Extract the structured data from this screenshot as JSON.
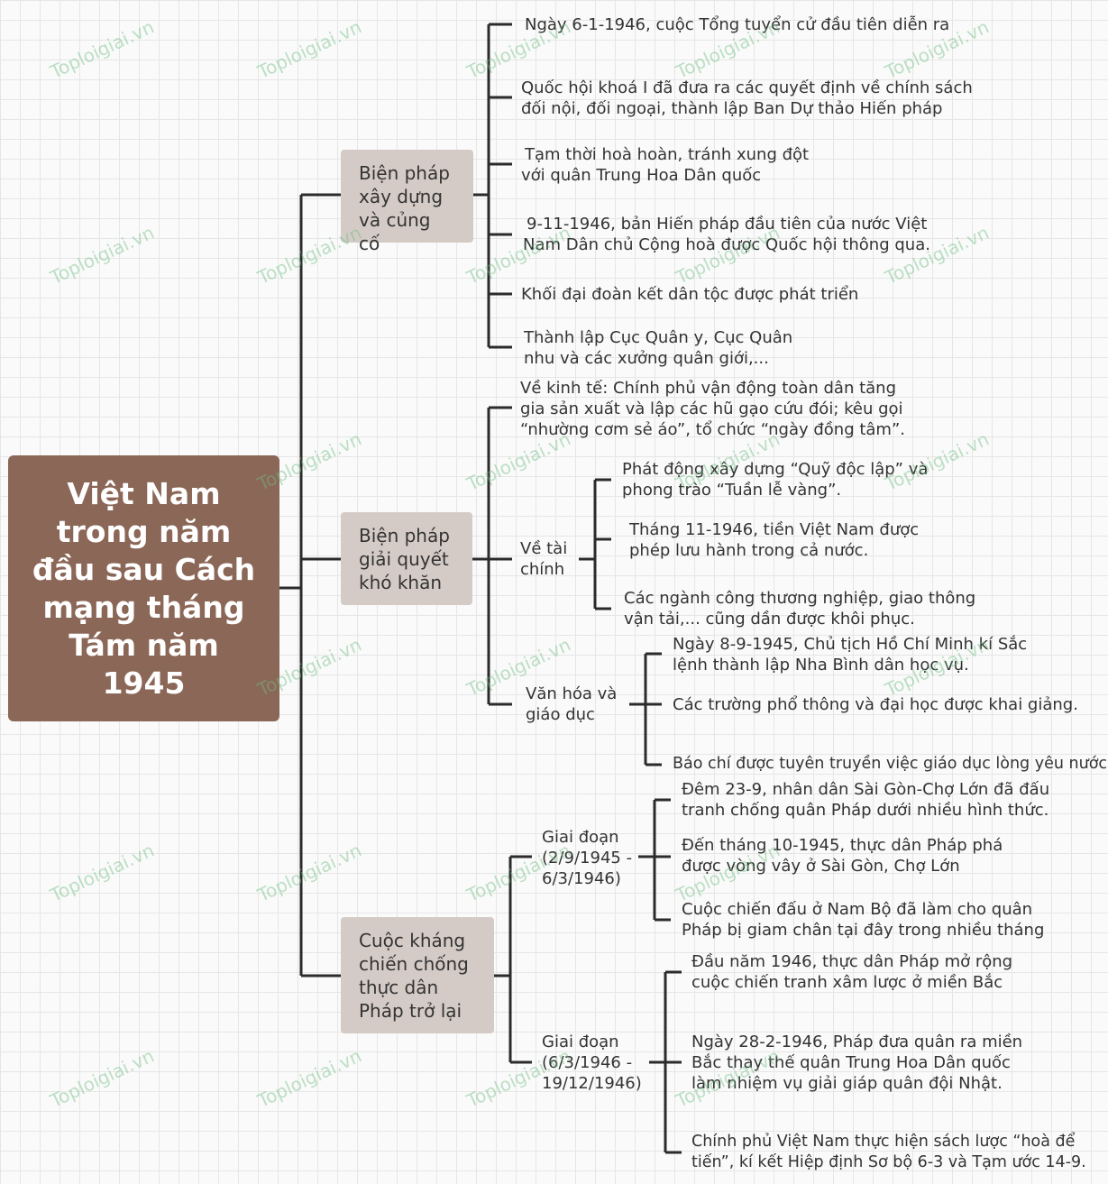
{
  "root": {
    "lines": [
      "Việt Nam",
      "trong năm",
      "đầu sau Cách",
      "mạng tháng",
      "Tám năm",
      "1945"
    ]
  },
  "branches": [
    {
      "lines": [
        "Biện pháp",
        "xây dựng",
        "và củng cố"
      ],
      "items": [
        [
          "Ngày 6-1-1946, cuộc Tổng tuyển cử đầu tiên diễn ra"
        ],
        [
          "Quốc hội khoá I đã đưa ra các quyết định về chính sách",
          "đối nội, đối ngoại, thành lập Ban Dự thảo Hiến pháp"
        ],
        [
          "Tạm thời hoà hoàn, tránh xung đột",
          "với quân Trung Hoa Dân quốc"
        ],
        [
          "9-11-1946, bản Hiến pháp đầu tiên của nước Việt",
          "Nam Dân chủ Cộng hoà được Quốc hội thông qua."
        ],
        [
          "Khối đại đoàn kết dân tộc được phát triển"
        ],
        [
          "Thành lập Cục Quân y, Cục Quân",
          "nhu và các xưởng quân giới,..."
        ]
      ]
    },
    {
      "lines": [
        "Biện pháp",
        "giải quyết",
        "khó khăn"
      ],
      "economy": [
        "Về kinh tế: Chính phủ vận động toàn dân tăng",
        "gia sản xuất và lập các hũ gạo cứu đói; kêu gọi",
        "“nhường cơm sẻ áo”, tổ chức “ngày đồng tâm”."
      ],
      "finance": {
        "label": [
          "Về tài",
          "chính"
        ],
        "items": [
          [
            "Phát động xây dựng “Quỹ độc lập” và",
            "phong trào “Tuần lễ vàng”."
          ],
          [
            "Tháng 11-1946, tiền Việt Nam được",
            "phép lưu hành trong cả nước."
          ],
          [
            "Các ngành công thương nghiệp, giao thông",
            "vận tải,... cũng dần được khôi phục."
          ]
        ]
      },
      "culture": {
        "label": [
          "Văn hóa và",
          "giáo dục"
        ],
        "items": [
          [
            "Ngày 8-9-1945, Chủ tịch Hồ Chí Minh kí Sắc",
            "lệnh thành lập Nha Bình dân học vụ."
          ],
          [
            "Các trường phổ thông và đại học được khai giảng."
          ],
          [
            "Báo chí được tuyên truyền việc giáo dục lòng yêu nước."
          ]
        ]
      }
    },
    {
      "lines": [
        "Cuộc kháng",
        "chiến chống",
        "thực dân",
        "Pháp trở lại"
      ],
      "phases": [
        {
          "label": [
            "Giai đoạn",
            "(2/9/1945 -",
            "6/3/1946)"
          ],
          "items": [
            [
              "Đêm 23-9, nhân dân Sài Gòn-Chợ Lớn đã đấu",
              "tranh chống quân Pháp dưới nhiều hình thức."
            ],
            [
              "Đến tháng 10-1945, thực dân Pháp phá",
              "được vòng vây ở Sài Gòn, Chợ Lớn"
            ],
            [
              "Cuộc chiến đấu ở Nam Bộ đã làm cho quân",
              "Pháp bị giam chân tại đây trong nhiều tháng"
            ]
          ]
        },
        {
          "label": [
            "Giai đoạn",
            "(6/3/1946 -",
            "19/12/1946)"
          ],
          "items": [
            [
              "Đầu năm 1946, thực dân Pháp mở rộng",
              "cuộc chiến tranh xâm lược ở miền Bắc"
            ],
            [
              "Ngày 28-2-1946, Pháp đưa quân ra miền",
              "Bắc thay thế quân Trung Hoa Dân quốc",
              "làm nhiệm vụ giải giáp quân đội Nhật."
            ],
            [
              "Chính phủ Việt Nam thực hiện sách lược “hoà để",
              "tiến”, kí kết Hiệp định Sơ bộ 6-3 và Tạm ước 14-9."
            ]
          ]
        }
      ]
    }
  ],
  "watermark": "Toploigiai.vn",
  "colors": {
    "root": "#8b6757",
    "branch": "#d5cbc6",
    "line": "#2b2b2b"
  }
}
